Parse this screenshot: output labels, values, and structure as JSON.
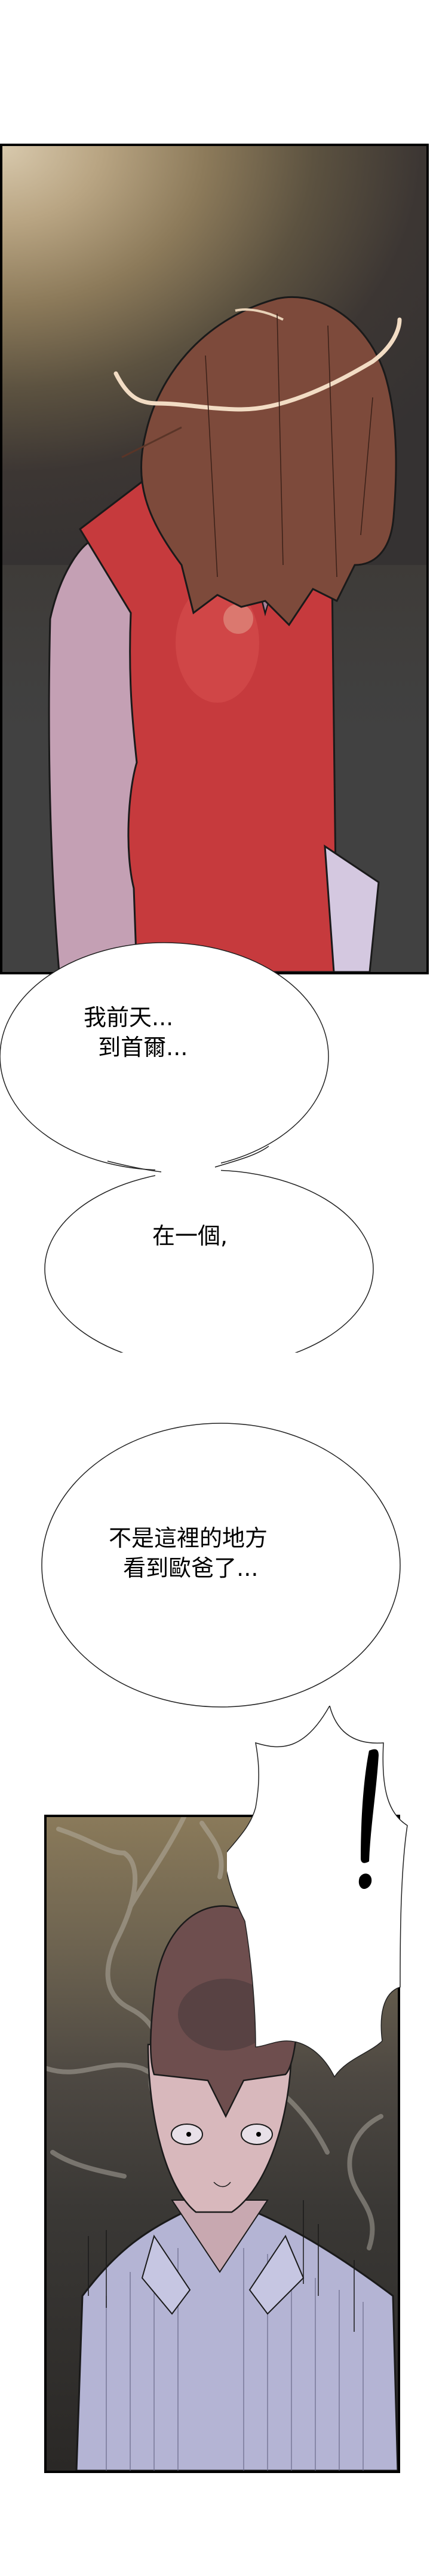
{
  "page": {
    "type": "webtoon-strip",
    "language": "zh-Hant",
    "background": "#ffffff"
  },
  "panels": [
    {
      "id": "panel-1",
      "scene": "woman with brown bob hair in red sleeveless dress, head bowed, holding white paper",
      "colors": {
        "light": "#d8c9ad",
        "shadow": "#414141",
        "hair": "#7a4a3a",
        "dress": "#c93b3e",
        "skin": "#c4a0b4"
      }
    },
    {
      "id": "panel-2",
      "scene": "shocked young man in striped white shirt, dark smoky background",
      "colors": {
        "bg": "#3a3835",
        "smoke": "#b0aca4",
        "hair": "#7a5a55",
        "shirt": "#b8b8d8"
      }
    }
  ],
  "speech_bubbles": [
    {
      "id": "bubble-1",
      "lines": [
        "我前天...",
        "  到首爾..."
      ]
    },
    {
      "id": "bubble-2",
      "lines": [
        "在一個,"
      ]
    },
    {
      "id": "bubble-3",
      "lines": [
        "不是這裡的地方",
        "  看到歐爸了..."
      ]
    },
    {
      "id": "bubble-4",
      "lines": [
        "!"
      ],
      "style": "burst"
    }
  ]
}
